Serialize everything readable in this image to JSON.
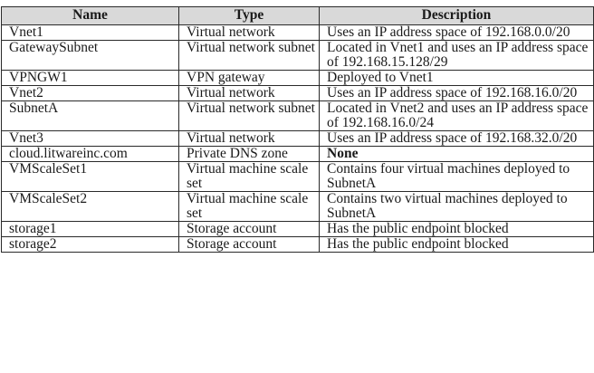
{
  "table": {
    "headers": [
      "Name",
      "Type",
      "Description"
    ],
    "rows": [
      {
        "name": "Vnet1",
        "type": "Virtual network",
        "description": "Uses an IP address space of 192.168.0.0/20"
      },
      {
        "name": "GatewaySubnet",
        "type": "Virtual network subnet",
        "description": "Located in Vnet1 and uses an IP address space of 192.168.15.128/29"
      },
      {
        "name": "VPNGW1",
        "type": "VPN gateway",
        "description": "Deployed to Vnet1"
      },
      {
        "name": "Vnet2",
        "type": "Virtual network",
        "description": "Uses an IP address space of 192.168.16.0/20"
      },
      {
        "name": "SubnetA",
        "type": "Virtual network subnet",
        "description": "Located in Vnet2 and uses an IP address space of 192.168.16.0/24"
      },
      {
        "name": "Vnet3",
        "type": "Virtual network",
        "description": "Uses an IP address space of 192.168.32.0/20"
      },
      {
        "name": "cloud.litwareinc.com",
        "type": "Private DNS zone",
        "description": "None",
        "description_bold": true
      },
      {
        "name": "VMScaleSet1",
        "type": "Virtual machine scale set",
        "description": "Contains four virtual machines deployed to SubnetA"
      },
      {
        "name": "VMScaleSet2",
        "type": "Virtual machine scale set",
        "description": "Contains two virtual machines deployed to SubnetA"
      },
      {
        "name": "storage1",
        "type": "Storage account",
        "description": "Has the public endpoint blocked"
      },
      {
        "name": "storage2",
        "type": "Storage account",
        "description": "Has the public endpoint blocked"
      }
    ]
  }
}
